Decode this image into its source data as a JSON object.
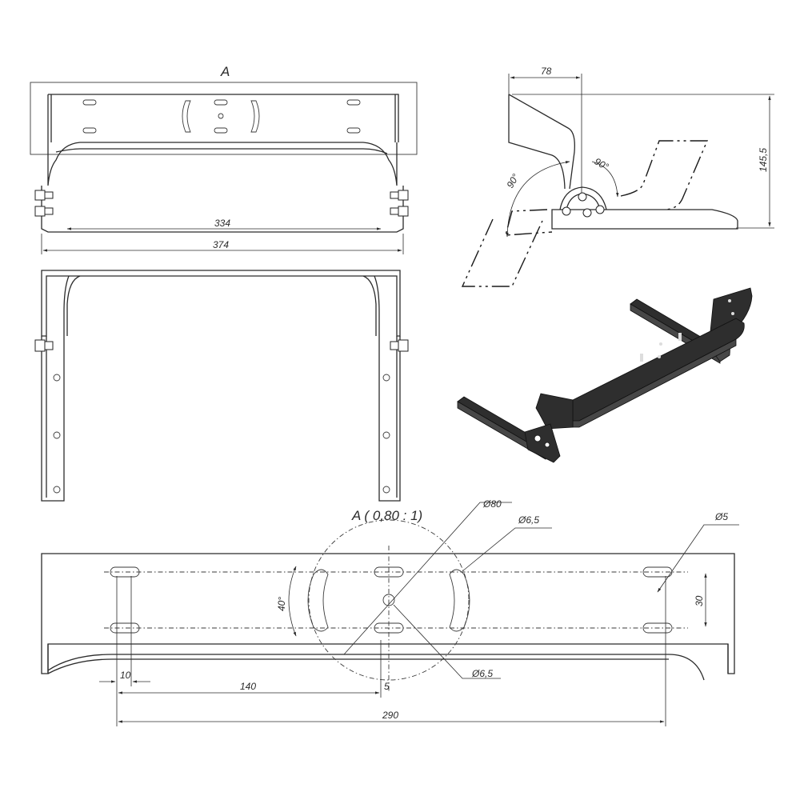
{
  "view_label": "A",
  "detail_label": "A ( 0,80 : 1)",
  "dimensions": {
    "inner_width": "334",
    "outer_width": "374",
    "offset_78": "78",
    "height_145": "145,5",
    "angle_left": "90°",
    "angle_right": "90°",
    "dia_80": "Ø80",
    "dia_6_5_top": "Ø6,5",
    "dia_5": "Ø5",
    "dia_6_5_bottom": "Ø6,5",
    "angle_40": "40°",
    "spacing_30": "30",
    "dim_10": "10",
    "dim_140": "140",
    "dim_5": "5",
    "dim_290": "290"
  }
}
